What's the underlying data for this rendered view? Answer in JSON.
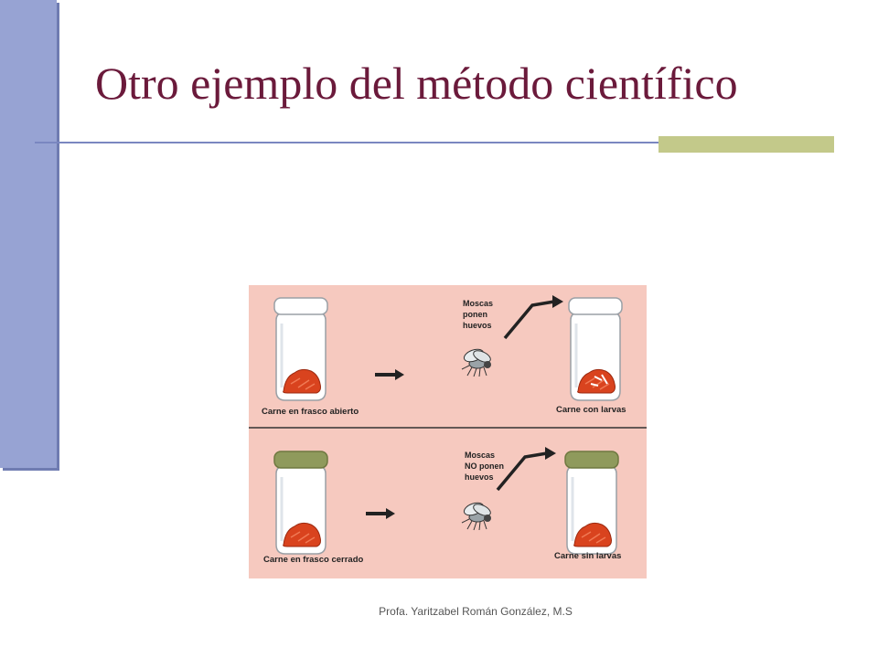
{
  "slide": {
    "title": "Otro ejemplo del método científico",
    "footer": "Profa.  Yaritzabel Román González, M.S"
  },
  "figure": {
    "top_row": {
      "start_label": "Carne en frasco abierto",
      "note": "Moscas\nponen\nhuevos",
      "end_label": "Carne con larvas"
    },
    "bottom_row": {
      "start_label": "Carne en frasco cerrado",
      "note": "Moscas\nNO ponen\nhuevos",
      "end_label": "Carne sin larvas"
    }
  },
  "colors": {
    "sidebar": "#97a3d3",
    "title": "#6b1a3b",
    "figure_background": "#f6c9bf",
    "lid": "#8f9a5c",
    "meat": "#d9431e"
  }
}
